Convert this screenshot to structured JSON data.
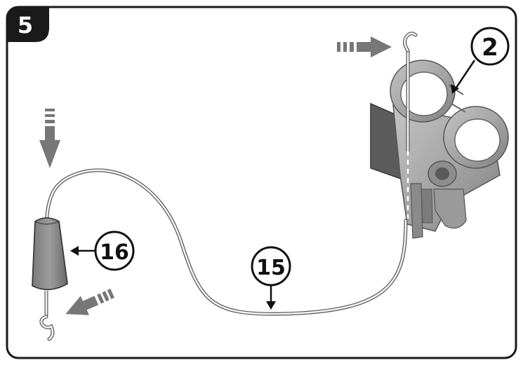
{
  "step": {
    "number": "5"
  },
  "callouts": {
    "holder": "2",
    "cable": "15",
    "weight": "16"
  },
  "colors": {
    "frame": "#1a1a1a",
    "part_gray": "#a9a9a9",
    "part_dark": "#6b6b6b",
    "arrow_gray": "#777777",
    "cable": "#d6d6d6"
  },
  "icons": {
    "direction_arrows": [
      "arrow-right",
      "arrow-down",
      "arrow-down-left"
    ]
  }
}
